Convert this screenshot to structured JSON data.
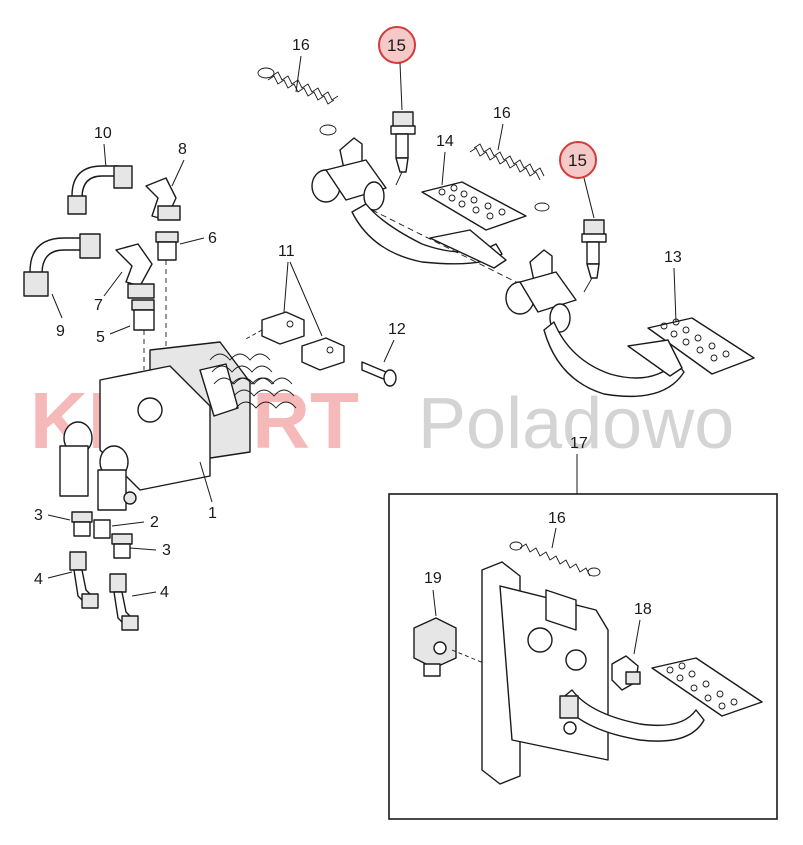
{
  "labels": {
    "l1": "1",
    "l2": "2",
    "l3a": "3",
    "l3b": "3",
    "l4a": "4",
    "l4b": "4",
    "l5": "5",
    "l6": "6",
    "l7": "7",
    "l8": "8",
    "l9": "9",
    "l10": "10",
    "l11": "11",
    "l12": "12",
    "l13": "13",
    "l14": "14",
    "l15a": "15",
    "l15b": "15",
    "l16a": "16",
    "l16b": "16",
    "l16c": "16",
    "l17": "17",
    "l18": "18",
    "l19": "19"
  },
  "watermark": {
    "brand": "KENERT",
    "suffix": "Poladowo"
  },
  "colors": {
    "callout_fill": "#f6c9c9",
    "callout_stroke": "#d43a3a",
    "watermark_red": "#f08080"
  }
}
